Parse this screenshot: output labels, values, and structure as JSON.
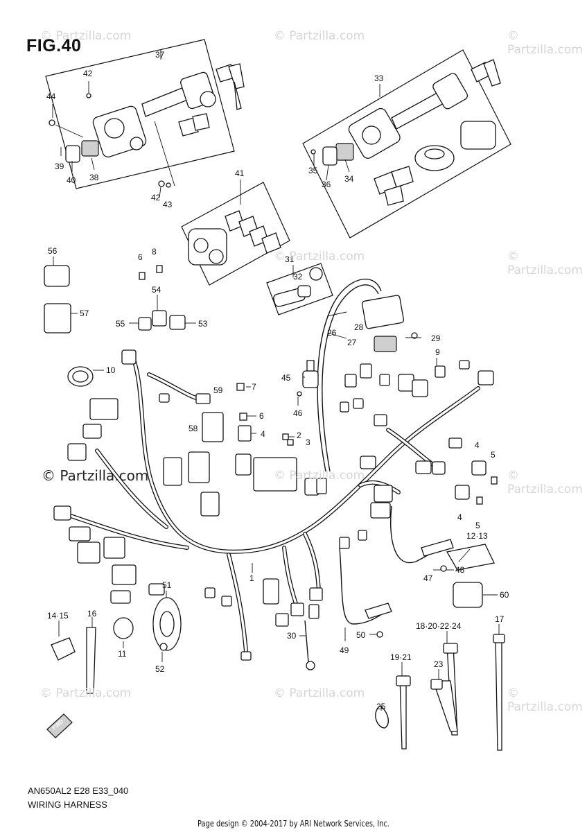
{
  "figure": {
    "title": "FIG.40",
    "model_code": "AN650AL2 E28 E33_040",
    "section_name": "WIRING HARNESS",
    "copyright": "Page design © 2004-2017 by ARI Network Services, Inc.",
    "watermark": "© Partzilla.com",
    "side_watermark": "© Partzilla.com",
    "fwd_label": "FWD"
  },
  "callouts": {
    "c37": "37",
    "c42a": "42",
    "c44": "44",
    "c39": "39",
    "c40": "40",
    "c38": "38",
    "c42b": "42",
    "c43": "43",
    "c33": "33",
    "c35": "35",
    "c36": "36",
    "c34": "34",
    "c41": "41",
    "c56": "56",
    "c57": "57",
    "c6a": "6",
    "c8": "8",
    "c54": "54",
    "c55": "55",
    "c53": "53",
    "c31": "31",
    "c32": "32",
    "c26": "26",
    "c28": "28",
    "c27": "27",
    "c29": "29",
    "c9": "9",
    "c10": "10",
    "c45": "45",
    "c46": "46",
    "c7": "7",
    "c59": "59",
    "c6b": "6",
    "c4a": "4",
    "c58": "58",
    "c2": "2",
    "c3": "3",
    "c4b": "4",
    "c5a": "5",
    "c4c": "4",
    "c5b": "5",
    "c1213": "12·13",
    "c47": "47",
    "c48": "48",
    "c1": "1",
    "c60": "60",
    "c51": "51",
    "c1415": "14·15",
    "c16": "16",
    "c11": "11",
    "c52": "52",
    "c30": "30",
    "c50": "50",
    "c49": "49",
    "c18": "18·20·22·24",
    "c17": "17",
    "c1921": "19·21",
    "c23": "23",
    "c25": "25"
  },
  "colors": {
    "ink": "#111111",
    "watermark": "#d6d6d6"
  }
}
